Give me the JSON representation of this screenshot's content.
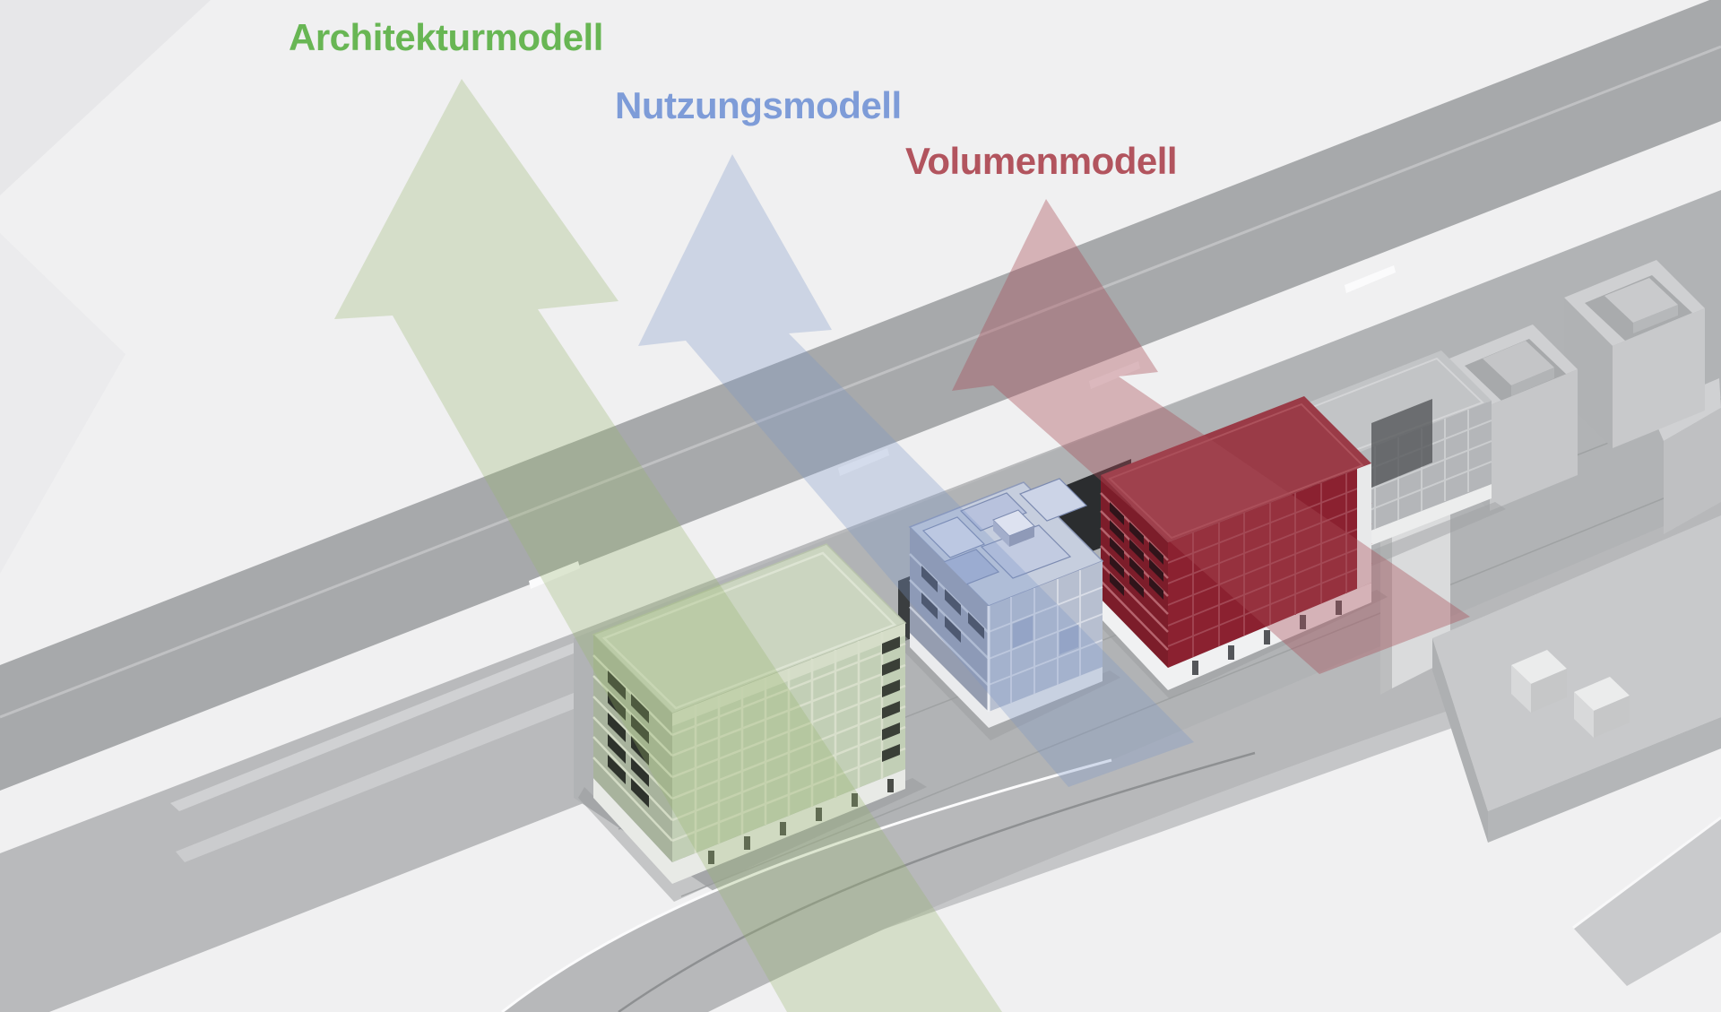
{
  "labels": {
    "architecture": {
      "text": "Architekturmodell",
      "color": "#68b654"
    },
    "usage": {
      "text": "Nutzungsmodell",
      "color": "#7e9cd8"
    },
    "volume": {
      "text": "Volumenmodell",
      "color": "#b2545e"
    }
  },
  "arrows": {
    "architecture": {
      "color": "#97b76e"
    },
    "usage": {
      "color": "#7c96c8"
    },
    "volume": {
      "color": "#a74d58"
    }
  },
  "buildings": {
    "architecture_model": {
      "color": "#c2cfb6"
    },
    "usage_model": {
      "color": "#b7bfd0"
    },
    "volume_model": {
      "color": "#8b2130"
    },
    "context": {
      "color": "#b4b6b9"
    }
  },
  "background": {
    "color": "#f0f0f1"
  }
}
